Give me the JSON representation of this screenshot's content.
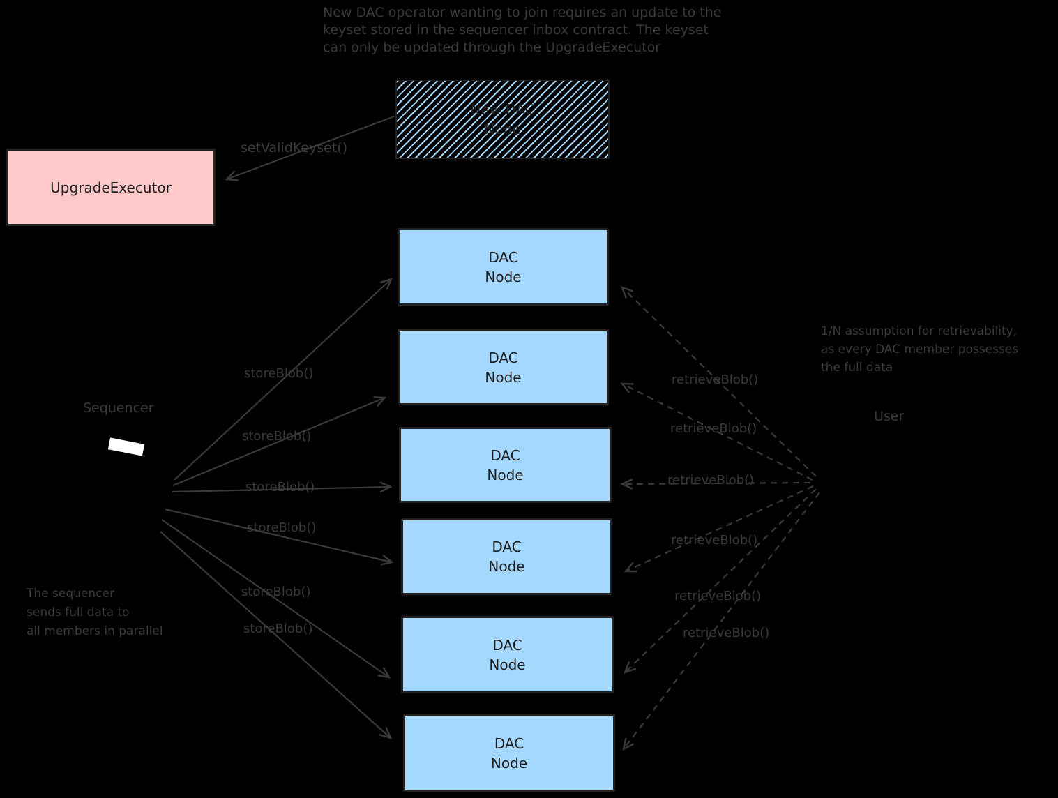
{
  "colors": {
    "background": "#000000",
    "ink": "#3a3a3a",
    "box_border": "#222222",
    "box_text": "#1e1e1e",
    "dac_node_fill": "#a5d8ff",
    "upgrade_executor_fill": "#ffc9c9",
    "hatch_stripe": "#a5d8ff",
    "sequencer_icon": "#ffffff"
  },
  "notes": {
    "top": [
      "New DAC operator wanting to join requires an update to the",
      "keyset stored in the sequencer inbox contract. The keyset",
      "can only be updated through the UpgradeExecutor"
    ],
    "right": [
      "1/N assumption for retrievability,",
      "as every DAC member possesses",
      "the full data"
    ],
    "bottom_left": [
      "The sequencer",
      "sends full data to",
      "all members in parallel"
    ]
  },
  "boxes": {
    "upgrade_executor": {
      "label": "UpgradeExecutor"
    },
    "new_dac_node": {
      "line1": "New DAC",
      "line2": "Node"
    },
    "dac_nodes": [
      {
        "line1": "DAC",
        "line2": "Node"
      },
      {
        "line1": "DAC",
        "line2": "Node"
      },
      {
        "line1": "DAC",
        "line2": "Node"
      },
      {
        "line1": "DAC",
        "line2": "Node"
      },
      {
        "line1": "DAC",
        "line2": "Node"
      },
      {
        "line1": "DAC",
        "line2": "Node"
      }
    ]
  },
  "actors": {
    "sequencer": "Sequencer",
    "user": "User"
  },
  "edge_labels": {
    "set_valid_keyset": "setValidKeyset()",
    "store_blob": [
      "storeBlob()",
      "storeBlob()",
      "storeBlob()",
      "storeBlob()",
      "storeBlob()",
      "storeBlob()"
    ],
    "retrieve_blob": [
      "retrieveBlob()",
      "retrieveBlob()",
      "retrieveBlob()",
      "retrieveBlob()",
      "retrieveBlob()",
      "retrieveBlob()"
    ]
  }
}
